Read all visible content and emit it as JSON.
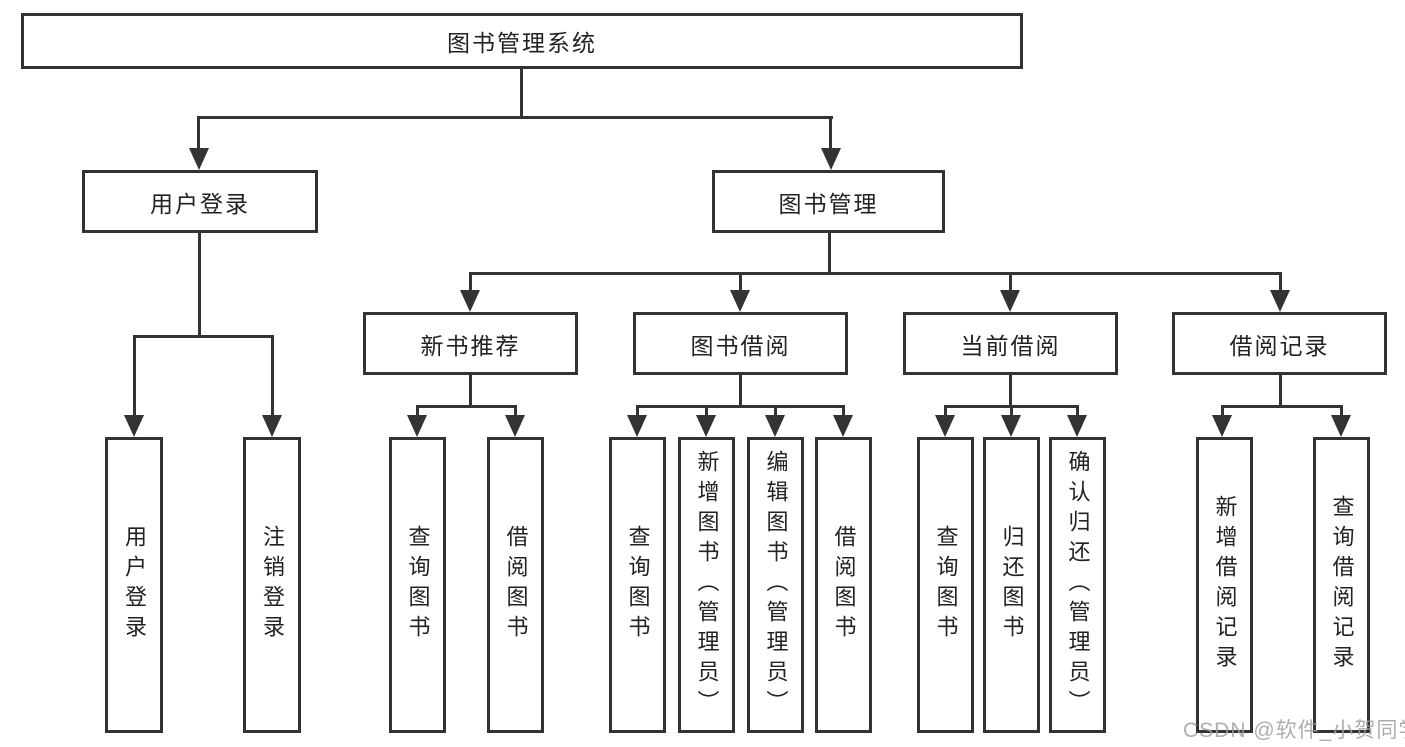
{
  "style": {
    "line_color": "#333333",
    "box_border_color": "#333333",
    "text_color": "#222222",
    "background_color": "#ffffff",
    "watermark_color": "#a0a0a0"
  },
  "tree": {
    "root": {
      "label": "图书管理系统"
    },
    "level2": [
      {
        "label": "用户登录"
      },
      {
        "label": "图书管理"
      }
    ],
    "level3": [
      {
        "label": "新书推荐"
      },
      {
        "label": "图书借阅"
      },
      {
        "label": "当前借阅"
      },
      {
        "label": "借阅记录"
      }
    ],
    "leaves": {
      "user_login": [
        {
          "label": "用户登录"
        },
        {
          "label": "注销登录"
        }
      ],
      "new_book_recommend": [
        {
          "label": "查询图书"
        },
        {
          "label": "借阅图书"
        }
      ],
      "book_borrow": [
        {
          "label": "查询图书"
        },
        {
          "label": "新增图书（管理员）"
        },
        {
          "label": "编辑图书（管理员）"
        },
        {
          "label": "借阅图书"
        }
      ],
      "current_borrow": [
        {
          "label": "查询图书"
        },
        {
          "label": "归还图书"
        },
        {
          "label": "确认归还（管理员）"
        }
      ],
      "borrow_records": [
        {
          "label": "新增借阅记录"
        },
        {
          "label": "查询借阅记录"
        }
      ]
    }
  },
  "watermark": {
    "text": "CSDN @软件_小贺同学"
  }
}
